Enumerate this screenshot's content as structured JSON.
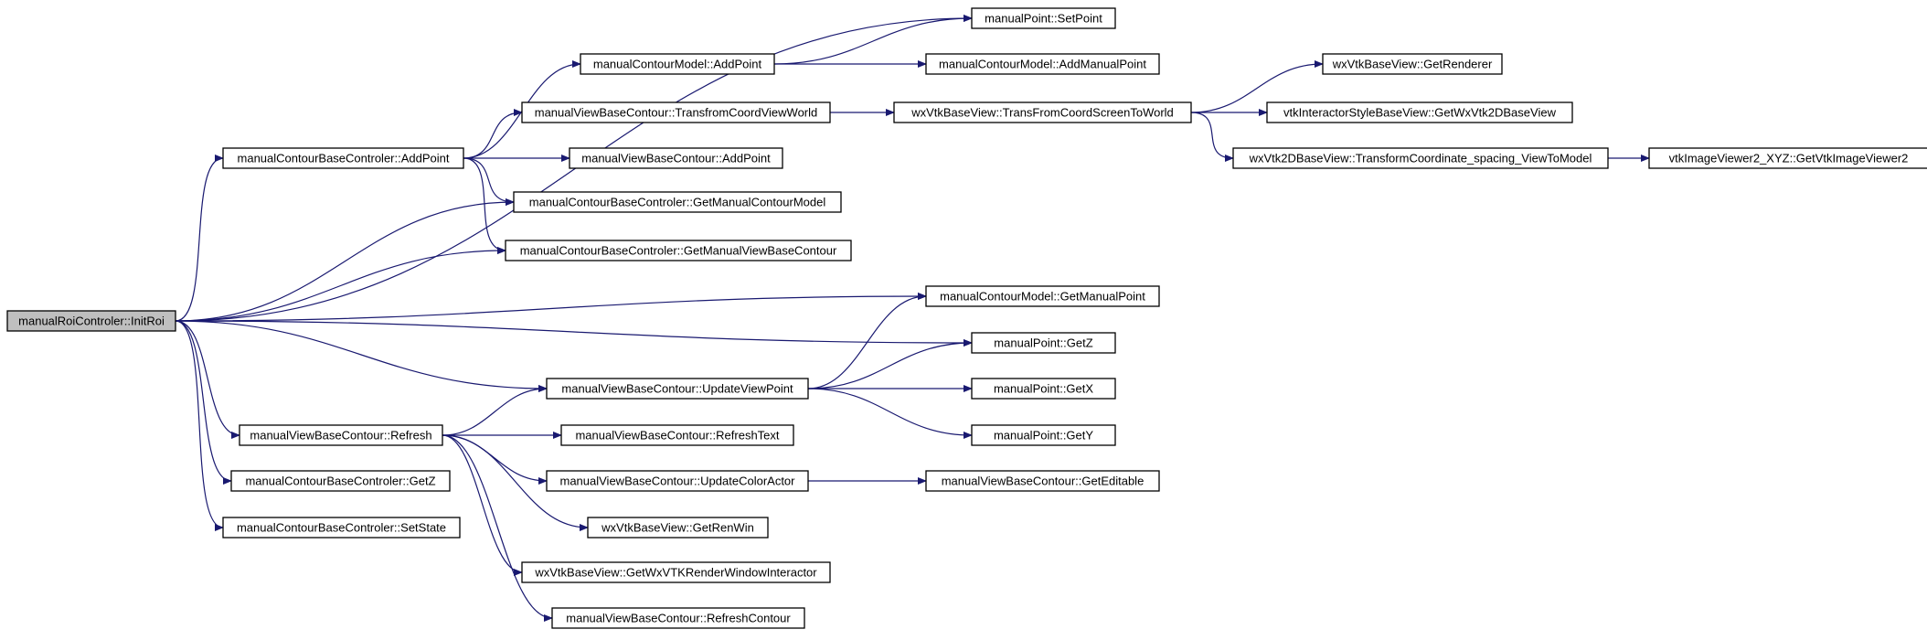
{
  "colors": {
    "edge": "#191970",
    "node_fill": "#ffffff",
    "root_fill": "#bfbfbf",
    "border": "#000000"
  },
  "graph": {
    "root": "manualRoiControler::InitRoi",
    "nodes": [
      {
        "id": "initroi",
        "label": "manualRoiControler::InitRoi"
      },
      {
        "id": "setpoint",
        "label": "manualPoint::SetPoint"
      },
      {
        "id": "cm_addpoint",
        "label": "manualContourModel::AddPoint"
      },
      {
        "id": "cm_addmanualpoint",
        "label": "manualContourModel::AddManualPoint"
      },
      {
        "id": "cbc_addpoint",
        "label": "manualContourBaseControler::AddPoint"
      },
      {
        "id": "vbc_transfrom",
        "label": "manualViewBaseContour::TransfromCoordViewWorld"
      },
      {
        "id": "wx_transfrom",
        "label": "wxVtkBaseView::TransFromCoordScreenToWorld"
      },
      {
        "id": "wx_getrenderer",
        "label": "wxVtkBaseView::GetRenderer"
      },
      {
        "id": "isbv_getwx",
        "label": "vtkInteractorStyleBaseView::GetWxVtk2DBaseView"
      },
      {
        "id": "wx2d_transform",
        "label": "wxVtk2DBaseView::TransformCoordinate_spacing_ViewToModel"
      },
      {
        "id": "viewer2",
        "label": "vtkImageViewer2_XYZ::GetVtkImageViewer2"
      },
      {
        "id": "vbc_addpoint",
        "label": "manualViewBaseContour::AddPoint"
      },
      {
        "id": "cbc_getmcm",
        "label": "manualContourBaseControler::GetManualContourModel"
      },
      {
        "id": "cbc_getmvbc",
        "label": "manualContourBaseControler::GetManualViewBaseContour"
      },
      {
        "id": "cm_getmanualpoint",
        "label": "manualContourModel::GetManualPoint"
      },
      {
        "id": "mp_getz",
        "label": "manualPoint::GetZ"
      },
      {
        "id": "vbc_updateviewpoint",
        "label": "manualViewBaseContour::UpdateViewPoint"
      },
      {
        "id": "mp_getx",
        "label": "manualPoint::GetX"
      },
      {
        "id": "vbc_refresh",
        "label": "manualViewBaseContour::Refresh"
      },
      {
        "id": "vbc_refreshtext",
        "label": "manualViewBaseContour::RefreshText"
      },
      {
        "id": "mp_gety",
        "label": "manualPoint::GetY"
      },
      {
        "id": "cbc_getz",
        "label": "manualContourBaseControler::GetZ"
      },
      {
        "id": "vbc_updatecoloractor",
        "label": "manualViewBaseContour::UpdateColorActor"
      },
      {
        "id": "vbc_geteditable",
        "label": "manualViewBaseContour::GetEditable"
      },
      {
        "id": "cbc_setstate",
        "label": "manualContourBaseControler::SetState"
      },
      {
        "id": "wx_getrenwin",
        "label": "wxVtkBaseView::GetRenWin"
      },
      {
        "id": "wx_getwxvtkrwi",
        "label": "wxVtkBaseView::GetWxVTKRenderWindowInteractor"
      },
      {
        "id": "vbc_refreshcontour",
        "label": "manualViewBaseContour::RefreshContour"
      }
    ],
    "edges": [
      [
        "initroi",
        "setpoint"
      ],
      [
        "initroi",
        "cbc_addpoint"
      ],
      [
        "initroi",
        "cbc_getmcm"
      ],
      [
        "initroi",
        "cbc_getmvbc"
      ],
      [
        "initroi",
        "cm_getmanualpoint"
      ],
      [
        "initroi",
        "mp_getz"
      ],
      [
        "initroi",
        "vbc_updateviewpoint"
      ],
      [
        "initroi",
        "vbc_refresh"
      ],
      [
        "initroi",
        "cbc_getz"
      ],
      [
        "initroi",
        "cbc_setstate"
      ],
      [
        "cbc_addpoint",
        "cm_addpoint"
      ],
      [
        "cbc_addpoint",
        "vbc_transfrom"
      ],
      [
        "cbc_addpoint",
        "vbc_addpoint"
      ],
      [
        "cbc_addpoint",
        "cbc_getmcm"
      ],
      [
        "cbc_addpoint",
        "cbc_getmvbc"
      ],
      [
        "cm_addpoint",
        "setpoint"
      ],
      [
        "cm_addpoint",
        "cm_addmanualpoint"
      ],
      [
        "vbc_transfrom",
        "wx_transfrom"
      ],
      [
        "wx_transfrom",
        "wx_getrenderer"
      ],
      [
        "wx_transfrom",
        "isbv_getwx"
      ],
      [
        "wx_transfrom",
        "wx2d_transform"
      ],
      [
        "wx2d_transform",
        "viewer2"
      ],
      [
        "vbc_updateviewpoint",
        "cm_getmanualpoint"
      ],
      [
        "vbc_updateviewpoint",
        "mp_getz"
      ],
      [
        "vbc_updateviewpoint",
        "mp_getx"
      ],
      [
        "vbc_updateviewpoint",
        "mp_gety"
      ],
      [
        "vbc_refresh",
        "vbc_updateviewpoint"
      ],
      [
        "vbc_refresh",
        "vbc_refreshtext"
      ],
      [
        "vbc_refresh",
        "vbc_updatecoloractor"
      ],
      [
        "vbc_refresh",
        "wx_getrenwin"
      ],
      [
        "vbc_refresh",
        "wx_getwxvtkrwi"
      ],
      [
        "vbc_refresh",
        "vbc_refreshcontour"
      ],
      [
        "vbc_updatecoloractor",
        "vbc_geteditable"
      ]
    ]
  }
}
